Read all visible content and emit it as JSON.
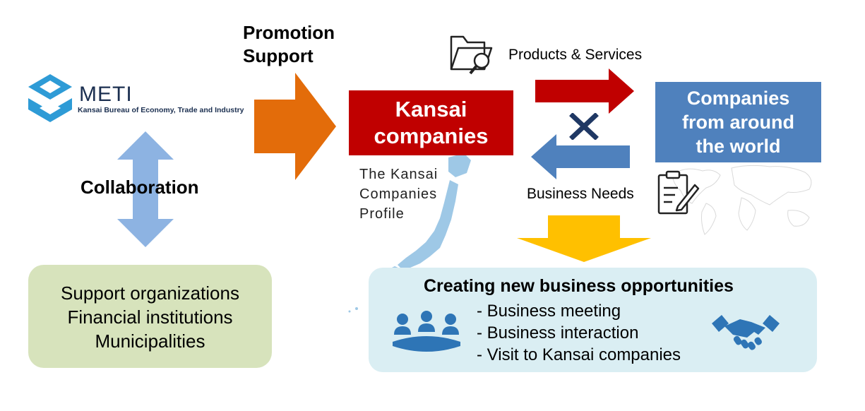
{
  "logo": {
    "name": "METI",
    "subtitle": "Kansai Bureau of Economy, Trade and Industry"
  },
  "promotion_label": [
    "Promotion",
    "Support"
  ],
  "collaboration_label": "Collaboration",
  "support_box": {
    "lines": [
      "Support organizations",
      "Financial institutions",
      "Municipalities"
    ]
  },
  "kansai_box": {
    "lines": [
      "Kansai",
      "companies"
    ]
  },
  "profile_label": [
    "The Kansai",
    "Companies",
    "Profile"
  ],
  "products_label": "Products & Services",
  "needs_label": "Business Needs",
  "world_box": {
    "lines": [
      "Companies",
      "from around",
      "the world"
    ]
  },
  "opportunities": {
    "title": "Creating new business opportunities",
    "items": [
      "- Business meeting",
      "- Business interaction",
      "- Visit to Kansai companies"
    ]
  },
  "colors": {
    "orange_arrow": "#e36c0a",
    "collab_arrow": "#8db3e2",
    "kansai_red": "#c00000",
    "world_blue": "#4f81bd",
    "needs_arrow": "#4f81bd",
    "products_arrow": "#c00000",
    "down_arrow": "#ffc000",
    "support_green": "#d7e3bc",
    "opp_light_blue": "#daeef3",
    "icon_blue": "#2e75b6",
    "cross_navy": "#1f3864"
  },
  "icons": [
    "meti-logo-icon",
    "folder-search-icon",
    "clipboard-pen-icon",
    "people-meeting-icon",
    "handshake-icon",
    "japan-map-icon",
    "world-map-icon",
    "cross-icon"
  ]
}
